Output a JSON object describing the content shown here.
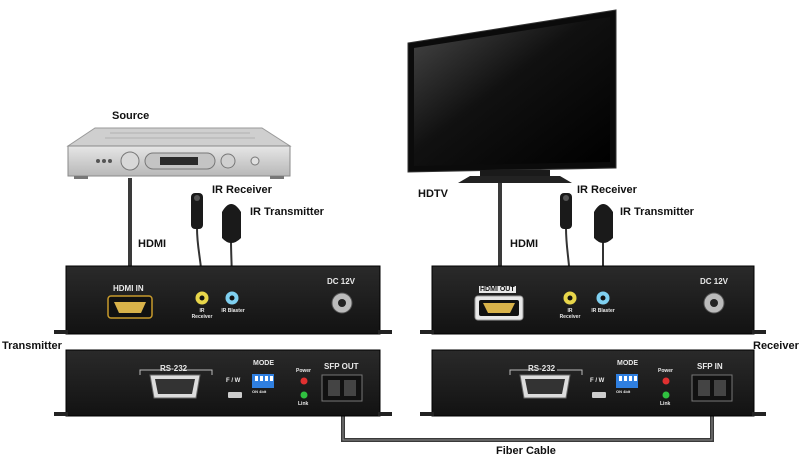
{
  "labels": {
    "source": "Source",
    "hdtv": "HDTV",
    "ir_receiver": "IR Receiver",
    "ir_transmitter": "IR Transmitter",
    "hdmi": "HDMI",
    "transmitter": "Transmitter",
    "receiver": "Receiver",
    "fiber_cable": "Fiber Cable"
  },
  "ports": {
    "hdmi_in": "HDMI IN",
    "hdmi_out": "HDMI OUT",
    "dc_12v": "DC 12V",
    "ir_receiver": "IR Receiver",
    "ir_blaster": "IR Blaster",
    "rs232": "RS-232",
    "fw": "F / W",
    "mode": "MODE",
    "mode_switch": "ON 4bit",
    "power": "Power",
    "link": "Link",
    "sfp_out": "SFP OUT",
    "sfp_in": "SFP IN"
  },
  "colors": {
    "box": "#1c1c1c",
    "cable": "#3a3a3a",
    "ir_port": "#e8d64a",
    "blaster_port": "#7fd0f0",
    "dip": "#2f7fe0",
    "led_red": "#e03030",
    "led_green": "#30c040"
  }
}
